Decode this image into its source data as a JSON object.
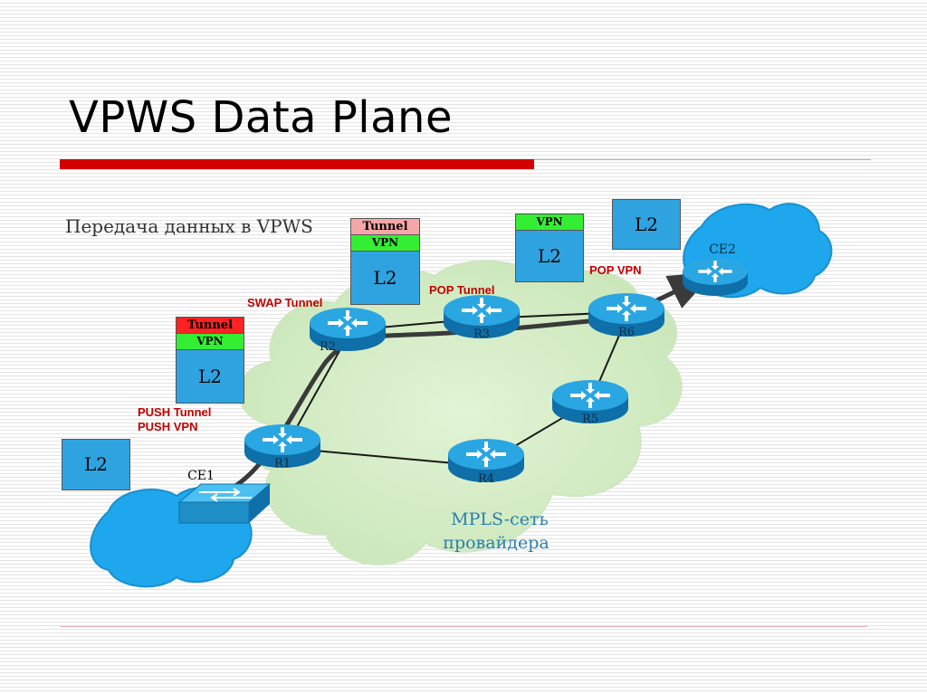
{
  "slide": {
    "title": "VPWS Data Plane",
    "subtitle": "Передача данных в VPWS"
  },
  "network": {
    "cloud_label_line1": "MPLS-сеть",
    "cloud_label_line2": "провайдера"
  },
  "routers": {
    "r1": "R1",
    "r2": "R2",
    "r3": "R3",
    "r4": "R4",
    "r5": "R5",
    "r6": "R6",
    "ce1": "CE1",
    "ce2": "CE2"
  },
  "stacks": {
    "r1_stack": {
      "tunnel": "Tunnel",
      "vpn": "VPN",
      "l2": "L2"
    },
    "r2_stack": {
      "tunnel": "Tunnel",
      "vpn": "VPN",
      "l2": "L2"
    },
    "r3_stack": {
      "vpn": "VPN",
      "l2": "L2"
    },
    "ce1_frame": {
      "l2": "L2"
    },
    "ce2_frame": {
      "l2": "L2"
    }
  },
  "operations": {
    "push_tunnel": "PUSH Tunnel",
    "push_vpn": "PUSH VPN",
    "swap_tunnel": "SWAP Tunnel",
    "pop_tunnel": "POP Tunnel",
    "pop_vpn": "POP VPN"
  },
  "colors": {
    "cloud_green": "#d4edc4",
    "cloud_blue": "#1ea7ec",
    "router_blue": "#1e8fc7",
    "label_red": "#c00000"
  }
}
